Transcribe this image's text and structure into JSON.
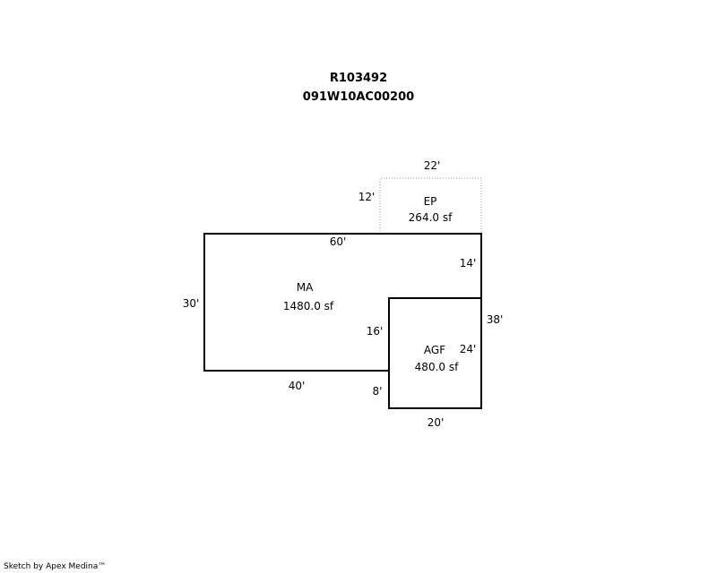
{
  "header": {
    "parcel_id": "R103492",
    "map_number": "091W10AC00200"
  },
  "areas": {
    "ep": {
      "code": "EP",
      "size": "264.0 sf"
    },
    "ma": {
      "code": "MA",
      "size": "1480.0 sf"
    },
    "agf": {
      "code": "AGF",
      "size": "480.0 sf"
    }
  },
  "dimensions": {
    "ep_top": "22'",
    "ep_left": "12'",
    "ma_top": "60'",
    "right_upper": "14'",
    "ma_left": "30'",
    "right_total": "38'",
    "agf_left_upper": "16'",
    "agf_right": "24'",
    "ma_bottom": "40'",
    "agf_left_lower": "8'",
    "agf_bottom": "20'"
  },
  "footer": {
    "credit": "Sketch by Apex Medina™"
  },
  "colors": {
    "outline": "#000000",
    "dotted_outline": "#999999"
  }
}
